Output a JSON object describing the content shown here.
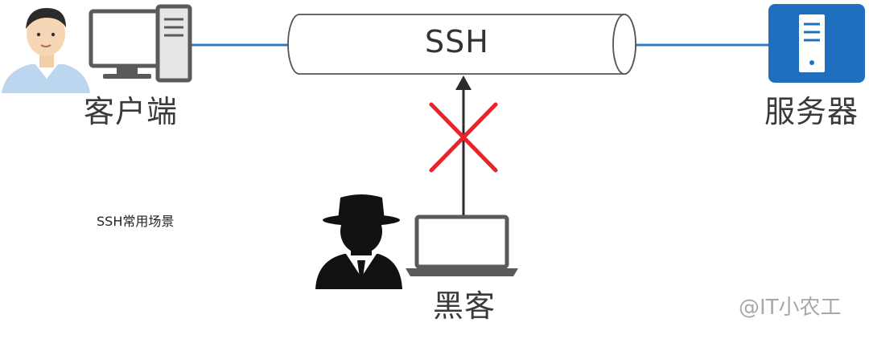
{
  "diagram": {
    "tunnel_label": "SSH",
    "client_label": "客户端",
    "server_label": "服务器",
    "hacker_label": "黑客",
    "caption": "SSH常用场景",
    "watermark": "@IT小农工"
  },
  "colors": {
    "link_line": "#2f7bbf",
    "server_blue": "#1f6fbf",
    "block_mark": "#e8232b",
    "arrow": "#2b2b2b"
  }
}
